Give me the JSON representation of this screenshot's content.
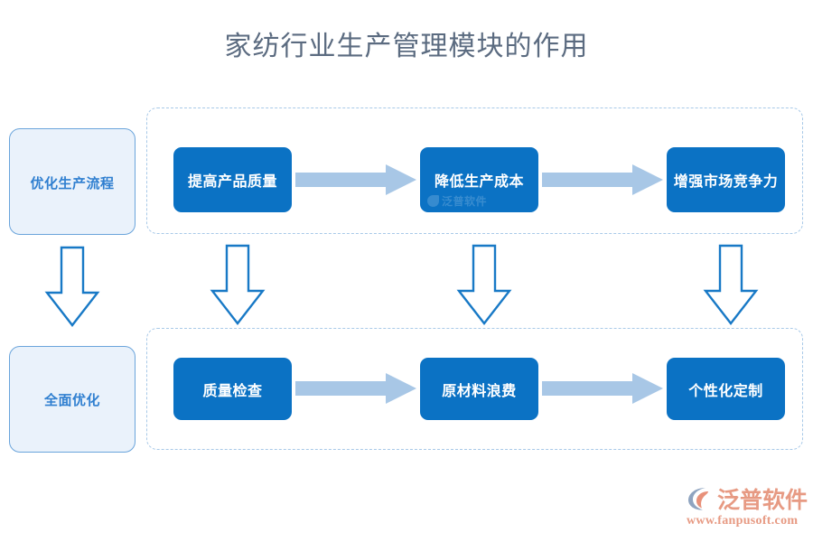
{
  "title": "家纺行业生产管理模块的作用",
  "colors": {
    "title_text": "#5b6b80",
    "node_blue": "#0b72c4",
    "node_text": "#ffffff",
    "stage_fill": "#eaf2fb",
    "stage_border": "#6aa4db",
    "stage_text": "#2f7fd0",
    "arrow_fill": "#a8c7e6",
    "arrow_outline": "#1879c6",
    "dashed_border": "#a8c9e8",
    "brand_orange": "#e79a83",
    "brand_mark_blue": "#8fa4c0"
  },
  "stages": [
    {
      "id": "stage-optimize-production-process",
      "label": "优化生产流程"
    },
    {
      "id": "stage-comprehensive-optimization",
      "label": "全面优化"
    }
  ],
  "rows": [
    {
      "id": "row-top",
      "nodes": [
        {
          "id": "node-improve-product-quality",
          "label": "提高产品质量",
          "watermark": ""
        },
        {
          "id": "node-reduce-production-cost",
          "label": "降低生产成本",
          "watermark": "泛普软件"
        },
        {
          "id": "node-enhance-market-competitiveness",
          "label": "增强市场竞争力",
          "watermark": ""
        }
      ]
    },
    {
      "id": "row-bottom",
      "nodes": [
        {
          "id": "node-quality-inspection",
          "label": "质量检查",
          "watermark": ""
        },
        {
          "id": "node-raw-material-waste",
          "label": "原材料浪费",
          "watermark": ""
        },
        {
          "id": "node-personalized-customization",
          "label": "个性化定制",
          "watermark": ""
        }
      ]
    }
  ],
  "connectors": {
    "horizontal_arrow_icon": "arrow-right-icon",
    "vertical_arrow_icon": "arrow-down-outline-icon",
    "horizontal_count": 4,
    "vertical_count": 4
  },
  "brand": {
    "name": "泛普软件",
    "url": "www.fanpusoft.com",
    "mark_icon": "fanpu-swoosh-logo-icon"
  }
}
